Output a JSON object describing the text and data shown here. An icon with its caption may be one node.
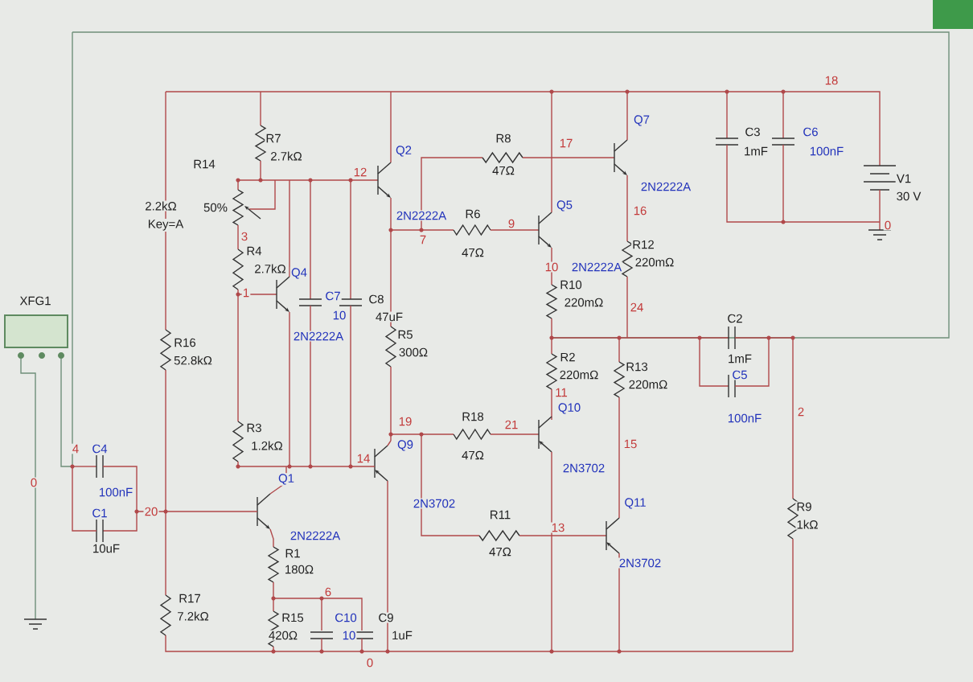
{
  "diagram": {
    "labels": [
      "R7",
      "2.7kΩ",
      "R14",
      "2.2kΩ",
      "Key=A",
      "50%",
      "12",
      "Q2",
      "2N2222A",
      "7",
      "R8",
      "47Ω",
      "17",
      "Q7",
      "2N2222A",
      "16",
      "R6",
      "47Ω",
      "9",
      "Q5",
      "2N2222A",
      "10",
      "R12",
      "220mΩ",
      "R10",
      "220mΩ",
      "24",
      "C3",
      "1mF",
      "C6",
      "100nF",
      "18",
      "V1",
      "30 V",
      "0",
      "R4",
      "2.7kΩ",
      "3",
      "1",
      "Q4",
      "C7",
      "10",
      "C8",
      "47uF",
      "2N2222A",
      "XFG1",
      "R16",
      "52.8kΩ",
      "R5",
      "300Ω",
      "R2",
      "220mΩ",
      "R13",
      "220mΩ",
      "11",
      "Q10",
      "C2",
      "1mF",
      "C5",
      "100nF",
      "2",
      "15",
      "R18",
      "47Ω",
      "21",
      "19",
      "Q9",
      "2N3702",
      "14",
      "R3",
      "1.2kΩ",
      "4",
      "C4",
      "100nF",
      "0",
      "20",
      "C1",
      "10uF",
      "Q1",
      "2N3702",
      "2N2222A",
      "R1",
      "180Ω",
      "R11",
      "47Ω",
      "13",
      "Q11",
      "2N3702",
      "R9",
      "1kΩ",
      "R17",
      "7.2kΩ",
      "6",
      "R15",
      "420Ω",
      "C10",
      "10",
      "C9",
      "1uF",
      "0"
    ]
  }
}
